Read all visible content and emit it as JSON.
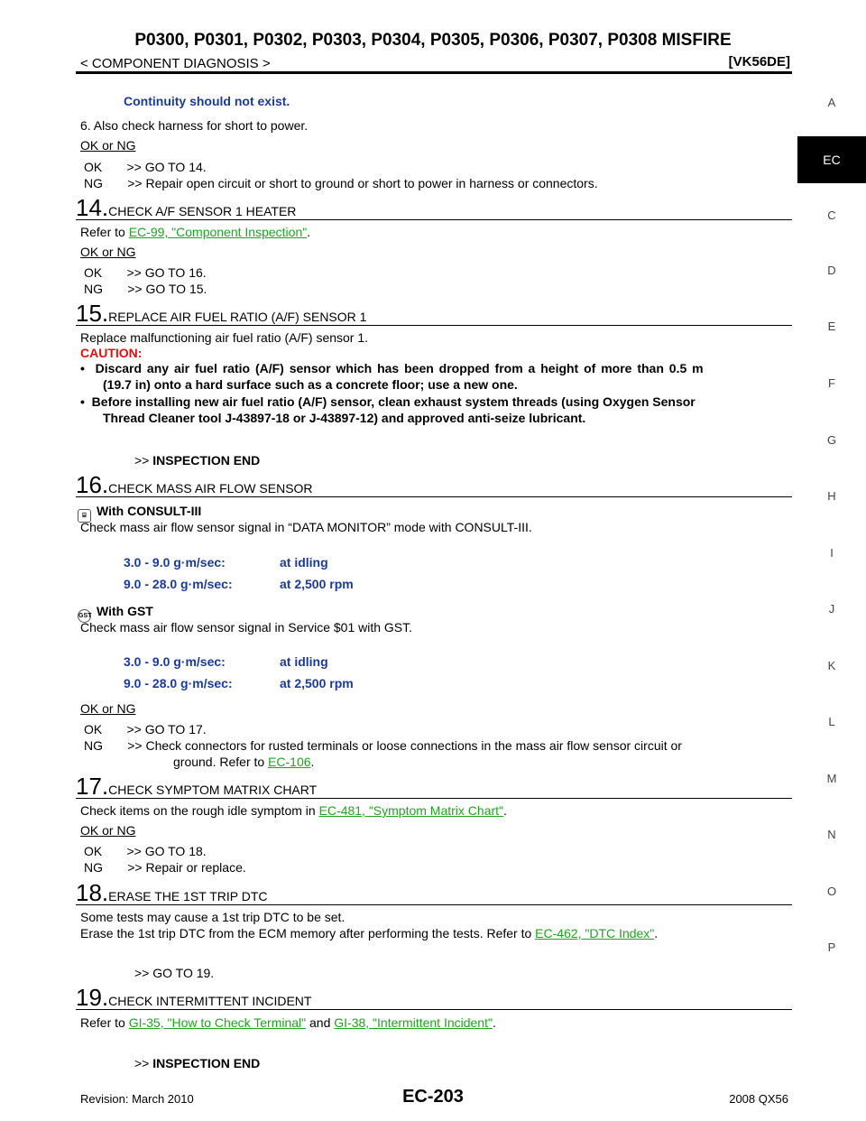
{
  "header": {
    "title": "P0300, P0301, P0302, P0303, P0304, P0305, P0306, P0307, P0308 MISFIRE",
    "subtitle": "< COMPONENT DIAGNOSIS >",
    "model": "[VK56DE]"
  },
  "sidebar": {
    "letters": [
      "A",
      "EC",
      "C",
      "D",
      "E",
      "F",
      "G",
      "H",
      "I",
      "J",
      "K",
      "L",
      "M",
      "N",
      "O",
      "P"
    ],
    "active": "EC"
  },
  "body": {
    "continuity": "Continuity should not exist.",
    "step6": "6.   Also check harness for short to power.",
    "ok_ng_1": "OK or NG",
    "ok1": "OK       >> GO TO 14.",
    "ng1": "NG       >> Repair open circuit or short to ground or short to power in harness or connectors.",
    "s14_num": "14.",
    "s14_title": "CHECK A/F SENSOR 1 HEATER",
    "s14_refer": "Refer to ",
    "s14_link": "EC-99, \"Component Inspection\"",
    "s14_dot": ".",
    "ok_ng_2": "OK or NG",
    "ok2": "OK       >> GO TO 16.",
    "ng2": "NG       >> GO TO 15.",
    "s15_num": "15.",
    "s15_title": "REPLACE AIR FUEL RATIO (A/F) SENSOR 1",
    "s15_text": "Replace malfunctioning air fuel ratio (A/F) sensor 1.",
    "caution": "CAUTION:",
    "caution1a": "•  Discard any air fuel ratio (A/F) sensor which has been dropped from a height of more than 0.5 m",
    "caution1b": "(19.7 in) onto a hard surface such as a concrete floor; use a new one.",
    "caution2a": "•  Before installing new air fuel ratio (A/F) sensor, clean exhaust system threads (using Oxygen Sensor",
    "caution2b": "Thread Cleaner tool J-43897-18 or J-43897-12) and approved anti-seize lubricant.",
    "end1_prefix": ">> ",
    "end1": "INSPECTION END",
    "s16_num": "16.",
    "s16_title": "CHECK MASS AIR FLOW SENSOR",
    "consult_title": "With CONSULT-III",
    "consult_text": "Check mass air flow sensor signal in “DATA MONITOR” mode with CONSULT-III.",
    "spec1a_val": "3.0 - 9.0 g·m/sec:",
    "spec1a_cond": "at idling",
    "spec1b_val": "9.0 - 28.0 g·m/sec:",
    "spec1b_cond": "at 2,500 rpm",
    "gst_title": "With GST",
    "gst_text": "Check mass air flow sensor signal in Service $01 with GST.",
    "spec2a_val": "3.0 - 9.0 g·m/sec:",
    "spec2a_cond": "at idling",
    "spec2b_val": "9.0 - 28.0 g·m/sec:",
    "spec2b_cond": "at 2,500 rpm",
    "ok_ng_3": "OK or NG",
    "ok3": "OK       >> GO TO 17.",
    "ng3a": "NG       >> Check connectors for rusted terminals or loose connections in the mass air flow sensor circuit or",
    "ng3b": "ground. Refer to ",
    "ng3_link": "EC-106",
    "ng3_dot": ".",
    "s17_num": "17.",
    "s17_title": "CHECK SYMPTOM MATRIX CHART",
    "s17_text": "Check items on the rough idle symptom in ",
    "s17_link": "EC-481, \"Symptom Matrix Chart\"",
    "s17_dot": ".",
    "ok_ng_4": "OK or NG",
    "ok4": "OK       >> GO TO 18.",
    "ng4": "NG       >> Repair or replace.",
    "s18_num": "18.",
    "s18_title": "ERASE THE 1ST TRIP DTC",
    "s18_text1": "Some tests may cause a 1st trip DTC to be set.",
    "s18_text2": "Erase the 1st trip DTC from the ECM memory after performing the tests. Refer to ",
    "s18_link": "EC-462, \"DTC Index\"",
    "s18_dot": ".",
    "goto19": ">> GO TO 19.",
    "s19_num": "19.",
    "s19_title": "CHECK INTERMITTENT INCIDENT",
    "s19_refer": "Refer to ",
    "s19_link1": "GI-35, \"How to Check Terminal\"",
    "s19_and": " and ",
    "s19_link2": "GI-38, \"Intermittent Incident\"",
    "s19_dot": ".",
    "end2_prefix": ">> ",
    "end2": "INSPECTION END"
  },
  "footer": {
    "revision": "Revision: March 2010",
    "page": "EC-203",
    "model": "2008 QX56"
  }
}
